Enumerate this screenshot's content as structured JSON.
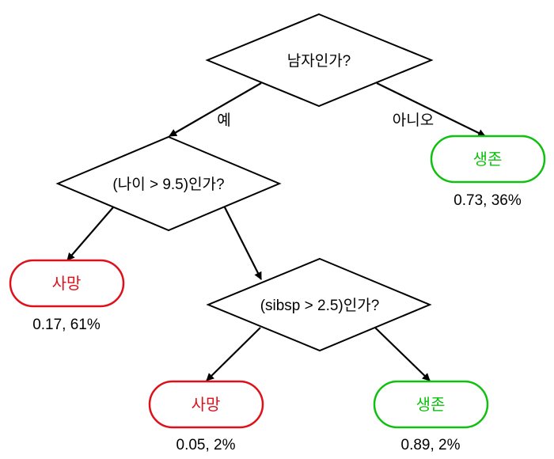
{
  "decisions": {
    "root": "남자인가?",
    "age": "(나이 > 9.5)인가?",
    "sibsp": "(sibsp > 2.5)인가?"
  },
  "edges": {
    "yes": "예",
    "no": "아니오"
  },
  "leaves": {
    "survive_root": {
      "label": "생존",
      "stat": "0.73, 36%",
      "outcome": "survived"
    },
    "death_age": {
      "label": "사망",
      "stat": "0.17, 61%",
      "outcome": "died"
    },
    "death_sibsp": {
      "label": "사망",
      "stat": "0.05, 2%",
      "outcome": "died"
    },
    "survive_sibsp": {
      "label": "생존",
      "stat": "0.89, 2%",
      "outcome": "survived"
    }
  },
  "colors": {
    "died": "#e0101a",
    "survived": "#10c010",
    "line": "#000000"
  }
}
